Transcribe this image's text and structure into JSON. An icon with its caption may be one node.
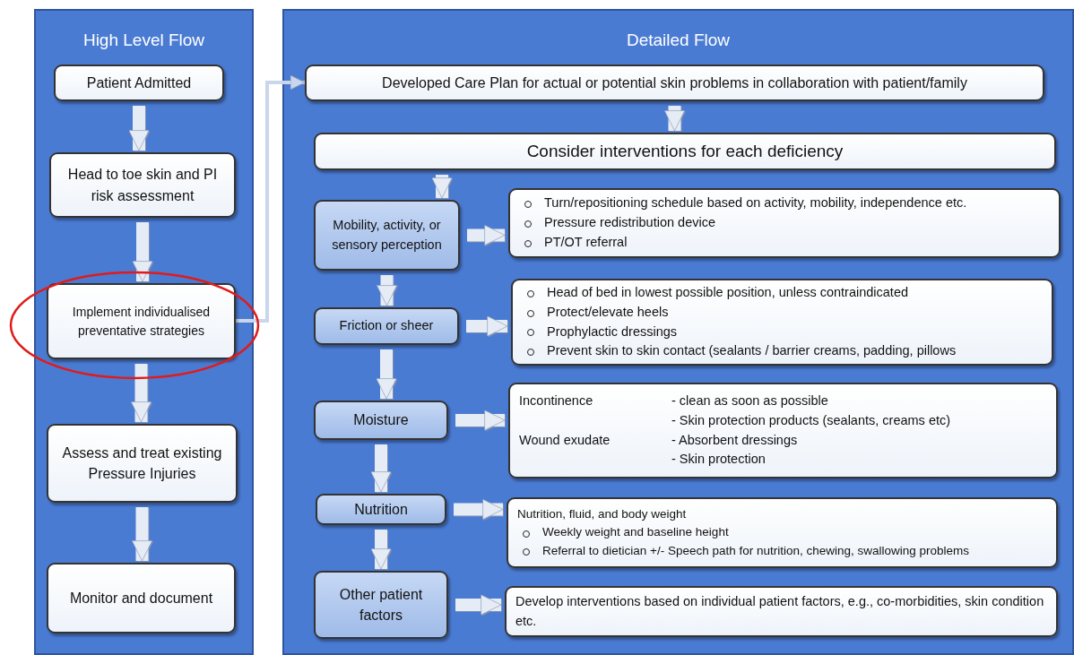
{
  "diagram": {
    "nodes": [
      {
        "text": [
          "High Level Flow"
        ]
      },
      {
        "text": [
          "Patient Admitted"
        ],
        "in": 0
      },
      {
        "text": [
          "Head to toe skin and PI risk assessment"
        ],
        "in": 0
      },
      {
        "text": [
          "Implement individualised preventative strategies"
        ],
        "in": 0
      },
      {
        "text": [
          "Assess and treat existing Pressure Injuries"
        ],
        "in": 0
      },
      {
        "text": [
          "Monitor and document"
        ],
        "in": 0
      },
      {
        "text": [
          "Detailed Flow"
        ]
      },
      {
        "text": [
          "Developed Care Plan for actual or potential skin problems in collaboration with patient/family"
        ],
        "in": 6
      },
      {
        "text": [
          "Consider interventions for each deficiency"
        ],
        "in": 6
      },
      {
        "text": [
          "Mobility, activity, or sensory perception"
        ],
        "in": 6
      },
      {
        "text": [
          "Turn/repositioning schedule based on activity, mobility, independence etc.",
          "Pressure redistribution device",
          "PT/OT referral"
        ],
        "in": 6
      },
      {
        "text": [
          "Friction or sheer"
        ],
        "in": 6
      },
      {
        "text": [
          "Head of bed in lowest possible position, unless contraindicated",
          "Protect/elevate heels",
          "Prophylactic dressings",
          "Prevent skin to skin contact (sealants / barrier creams, padding, pillows"
        ],
        "in": 6
      },
      {
        "text": [
          "Moisture"
        ],
        "in": 6
      },
      {
        "text": [
          "Incontinence",
          "- clean as soon as possible",
          "- Skin protection products (sealants, creams etc)",
          "Wound exudate",
          "- Absorbent dressings",
          "- Skin protection"
        ],
        "in": 6
      },
      {
        "text": [
          "Nutrition"
        ],
        "in": 6
      },
      {
        "text": [
          "Nutrition, fluid, and body weight",
          "Weekly weight and baseline height",
          "Referral to dietician +/- Speech path for nutrition, chewing, swallowing problems"
        ],
        "in": 6
      },
      {
        "text": [
          "Other patient factors"
        ],
        "in": 6
      },
      {
        "text": [
          "Develop interventions based on individual patient factors, e.g., co-morbidities, skin condition etc."
        ],
        "in": 6
      }
    ],
    "edges": [
      {
        "from": 1,
        "to": 2,
        "arrow": "to"
      },
      {
        "from": 2,
        "to": 3,
        "arrow": "to"
      },
      {
        "from": 3,
        "to": 4,
        "arrow": "to"
      },
      {
        "from": 4,
        "to": 5,
        "arrow": "to"
      },
      {
        "from": 3,
        "to": 7,
        "arrow": "to"
      },
      {
        "from": 7,
        "to": 8,
        "arrow": "to"
      },
      {
        "from": 8,
        "to": 9,
        "arrow": "to"
      },
      {
        "from": 9,
        "to": 10,
        "arrow": "to"
      },
      {
        "from": 9,
        "to": 11,
        "arrow": "to"
      },
      {
        "from": 11,
        "to": 12,
        "arrow": "to"
      },
      {
        "from": 11,
        "to": 13,
        "arrow": "to"
      },
      {
        "from": 13,
        "to": 14,
        "arrow": "to"
      },
      {
        "from": 13,
        "to": 15,
        "arrow": "to"
      },
      {
        "from": 15,
        "to": 16,
        "arrow": "to"
      },
      {
        "from": 15,
        "to": 17,
        "arrow": "to"
      },
      {
        "from": 17,
        "to": 18,
        "arrow": "to"
      }
    ]
  }
}
